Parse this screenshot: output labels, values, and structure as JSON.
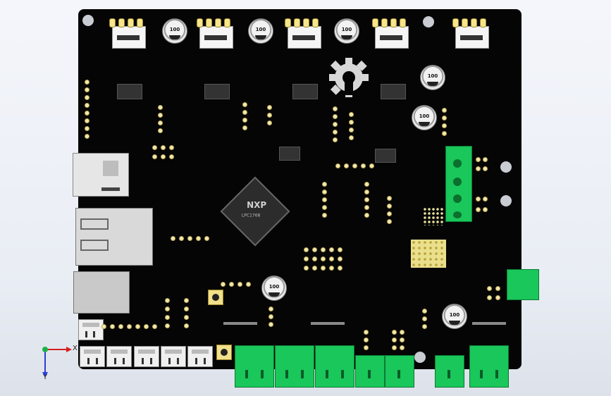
{
  "model": {
    "chip_brand": "NXP",
    "chip_part": "LPC1768",
    "capacitor_label": "100",
    "axis_x": "X",
    "axis_y": "Y"
  },
  "colors": {
    "board": "#050505",
    "terminal_green": "#19c75a",
    "gear": "#d8d8d8",
    "pad_gold": "#e7df9a"
  },
  "icons": [
    "open-hardware-gear-icon",
    "axis-triad-icon"
  ]
}
